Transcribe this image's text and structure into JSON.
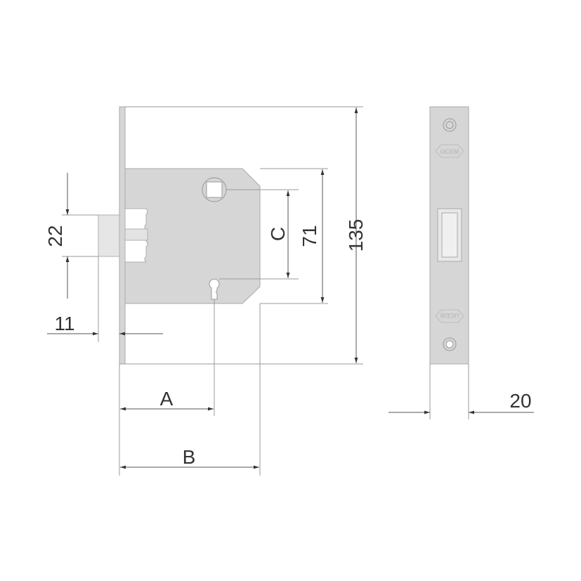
{
  "drawing": {
    "dimensions": {
      "height_total": "135",
      "case_height": "71",
      "spindle_to_keyhole": "C",
      "latch_height": "22",
      "latch_projection": "11",
      "backset_keyhole": "A",
      "case_depth": "B",
      "faceplate_width": "20"
    },
    "brand_logo": "UCEM",
    "colors": {
      "body": "#d6d6d6",
      "line": "#9a9a9a",
      "text": "#333333"
    }
  }
}
